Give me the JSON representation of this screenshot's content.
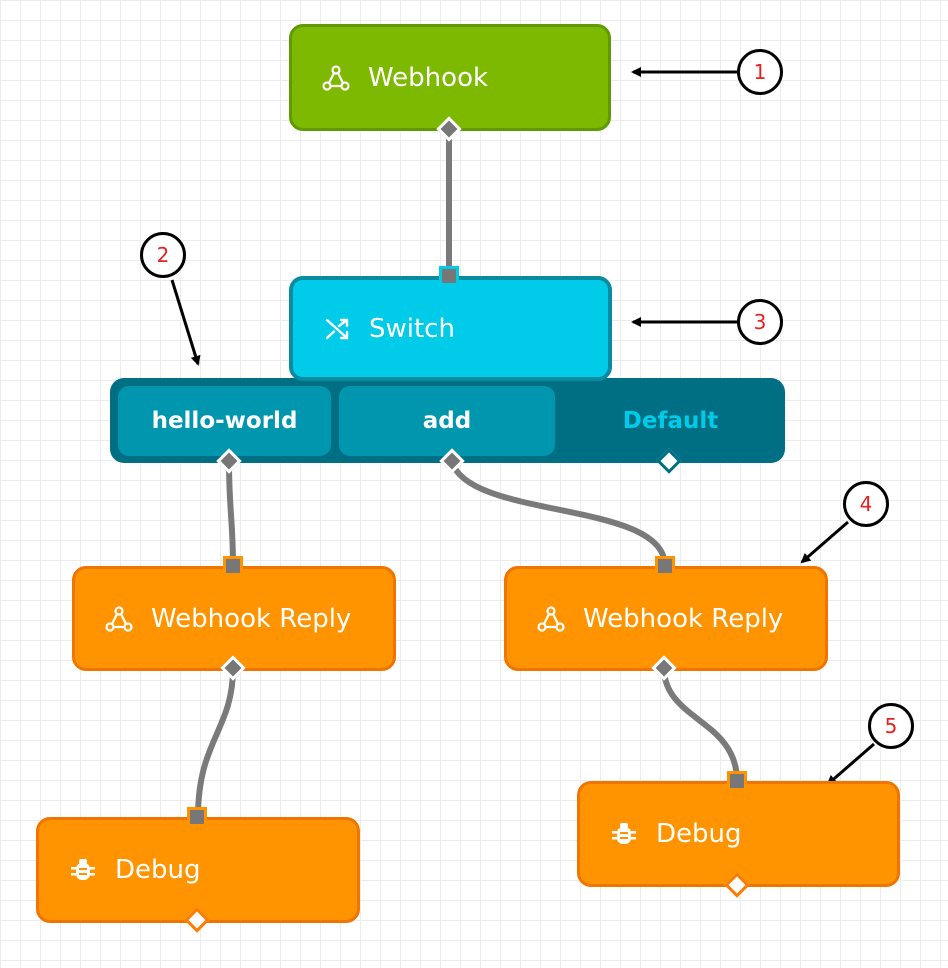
{
  "nodes": {
    "webhook": {
      "label": "Webhook",
      "icon": "webhook-icon"
    },
    "switch": {
      "label": "Switch",
      "icon": "shuffle-icon"
    },
    "reply_left": {
      "label": "Webhook Reply",
      "icon": "webhook-icon"
    },
    "reply_right": {
      "label": "Webhook Reply",
      "icon": "webhook-icon"
    },
    "debug_left": {
      "label": "Debug",
      "icon": "bug-icon"
    },
    "debug_right": {
      "label": "Debug",
      "icon": "bug-icon"
    }
  },
  "switch_branches": [
    "hello-world",
    "add",
    "Default"
  ],
  "callouts": [
    "1",
    "2",
    "3",
    "4",
    "5"
  ],
  "colors": {
    "trigger": "#7cb900",
    "logic": "#00cbe8",
    "logic_dark": "#006f84",
    "action": "#ff9300",
    "connector": "#777777",
    "callout_text": "#e82020"
  }
}
